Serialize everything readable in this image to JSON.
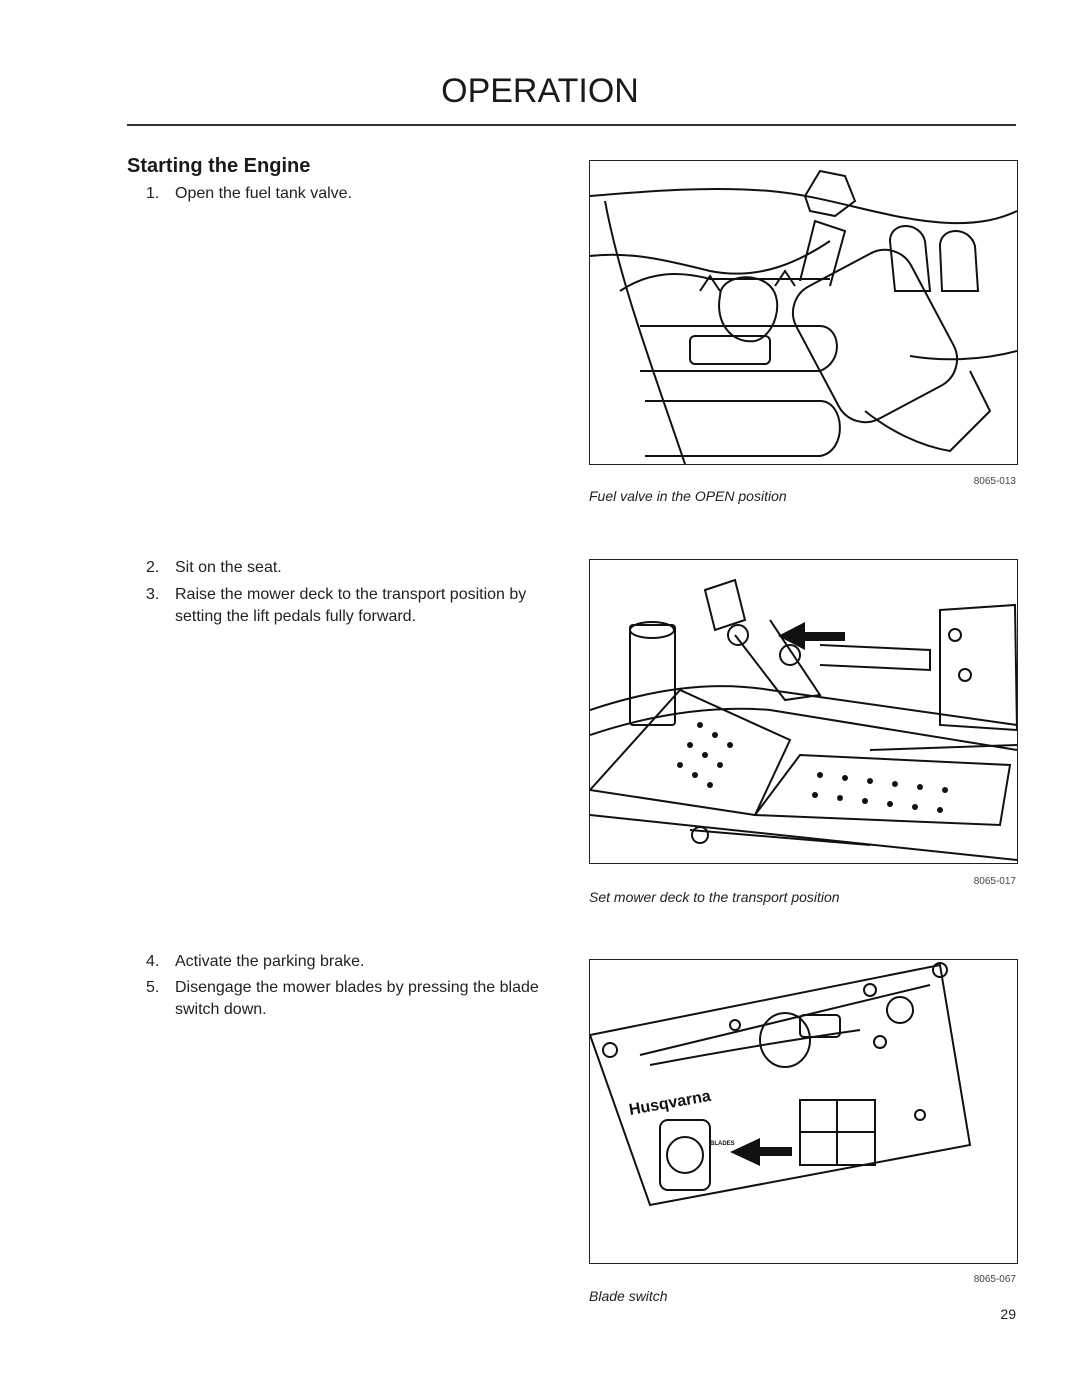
{
  "header": {
    "section_title": "OPERATION"
  },
  "section": {
    "heading": "Starting the Engine"
  },
  "steps": [
    {
      "num": "1.",
      "text": "Open the fuel tank valve."
    },
    {
      "num": "2.",
      "text": "Sit on the seat."
    },
    {
      "num": "3.",
      "text": "Raise the mower deck to the transport position by setting the lift pedals fully forward."
    },
    {
      "num": "4.",
      "text": "Activate the parking brake."
    },
    {
      "num": "5.",
      "text": "Disengage the mower blades by pressing the blade switch down."
    }
  ],
  "figures": [
    {
      "code": "8065-013",
      "caption": "Fuel valve in the OPEN position"
    },
    {
      "code": "8065-017",
      "caption": "Set mower deck to the transport position"
    },
    {
      "code": "8065-067",
      "caption": "Blade switch",
      "brand_label": "Husqvarna",
      "switch_label": "BLADES"
    }
  ],
  "footer": {
    "page_number": "29"
  }
}
